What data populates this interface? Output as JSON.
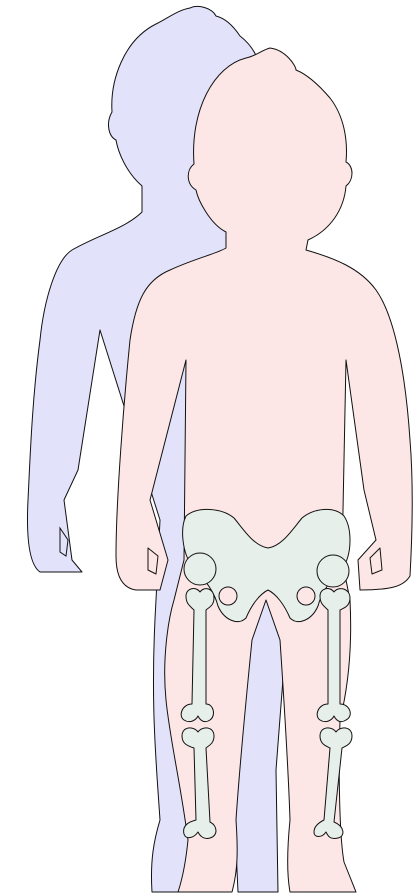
{
  "figure": {
    "back_child": {
      "fill": "#e2e2fb",
      "stroke": "#111111"
    },
    "front_child": {
      "fill": "#fde6e6",
      "stroke": "#111111"
    },
    "skeleton": {
      "bone_fill": "#e6efea",
      "bone_stroke": "#111111",
      "bones": [
        "pelvis",
        "left-femur",
        "right-femur",
        "left-tibia",
        "right-tibia"
      ]
    }
  }
}
